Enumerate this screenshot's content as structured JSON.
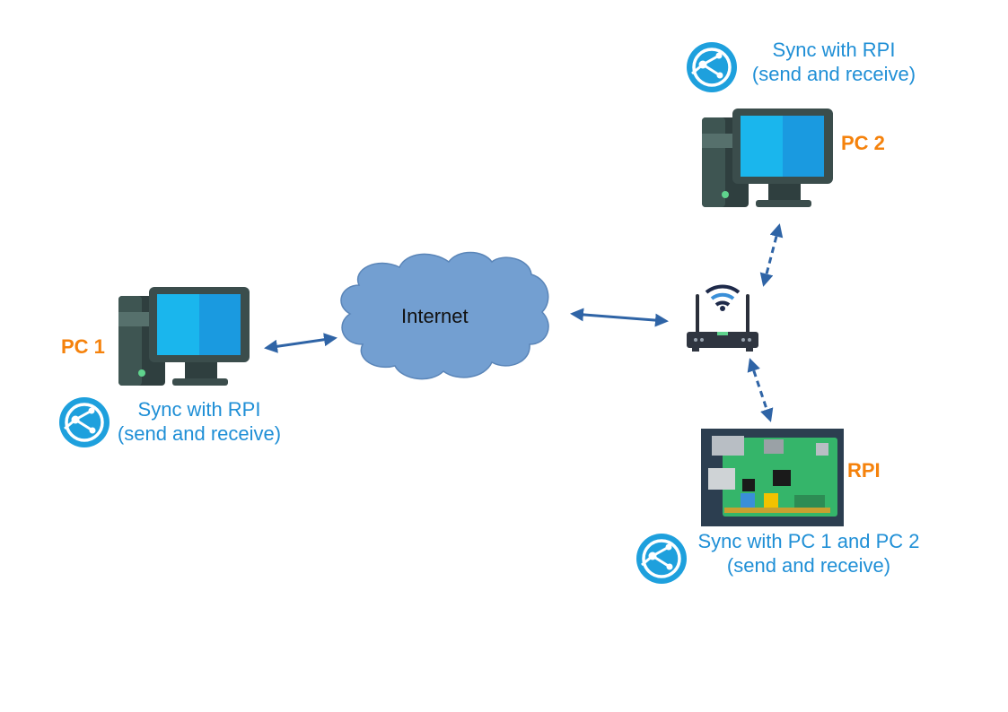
{
  "nodes": {
    "pc1": {
      "name": "PC 1",
      "sync_line1": "Sync with RPI",
      "sync_line2": "(send and receive)"
    },
    "pc2": {
      "name": "PC 2",
      "sync_line1": "Sync with RPI",
      "sync_line2": "(send and receive)"
    },
    "rpi": {
      "name": "RPI",
      "sync_line1": "Sync with PC 1 and PC 2",
      "sync_line2": "(send and receive)"
    },
    "internet": {
      "label": "Internet"
    }
  },
  "colors": {
    "node_label": "#f5820c",
    "sync_text": "#1f8fd6",
    "arrow": "#2f64a6",
    "cloud": "#739fd1",
    "syncthing_icon": "#1ea0dd"
  },
  "icons": {
    "computer": "desktop-computer-icon",
    "router": "wifi-router-icon",
    "board": "raspberry-pi-board-icon",
    "sync": "syncthing-icon"
  }
}
